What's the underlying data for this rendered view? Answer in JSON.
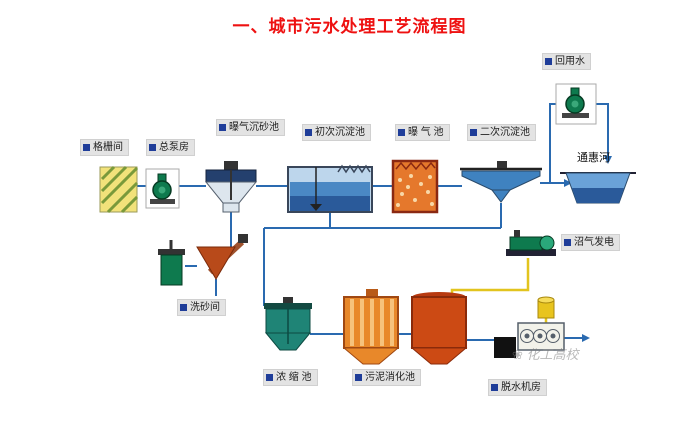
{
  "title": "一、城市污水处理工艺流程图",
  "labels": {
    "grid_room": "格栅间",
    "pump_house": "总泵房",
    "grit_chamber": "曝气沉砂池",
    "primary_sed": "初次沉淀池",
    "aeration": "曝 气 池",
    "secondary_sed": "二次沉淀池",
    "reuse_water": "回用水",
    "river": "通惠河",
    "sand_wash": "洗砂间",
    "thickening": "浓 缩 池",
    "digestion": "污泥消化池",
    "dewatering": "脱水机房",
    "biogas": "沼气发电"
  },
  "watermark": {
    "icon": "❀",
    "text": "化工高校"
  },
  "flow": {
    "main": [
      "格栅间",
      "总泵房",
      "曝气沉砂池",
      "初次沉淀池",
      "曝 气 池",
      "二次沉淀池",
      "通惠河"
    ],
    "reuse": [
      "二次沉淀池",
      "回用水"
    ],
    "sand": [
      "曝气沉砂池",
      "洗砂间"
    ],
    "sludge": [
      "初次沉淀池",
      "二次沉淀池",
      "浓 缩 池",
      "污泥消化池",
      "脱水机房"
    ],
    "biogas": [
      "污泥消化池",
      "沼气发电"
    ]
  },
  "colors": {
    "title_red": "#ee1111",
    "pipe_blue": "#2a6ab0",
    "biogas_yellow": "#e2c41e",
    "label_marker_blue": "#1f3d99",
    "aeration_orange": "#e5782c",
    "digester_orange": "#cc4a14",
    "pump_green": "#0e7a4e",
    "water_blue": "#4a88c4"
  }
}
